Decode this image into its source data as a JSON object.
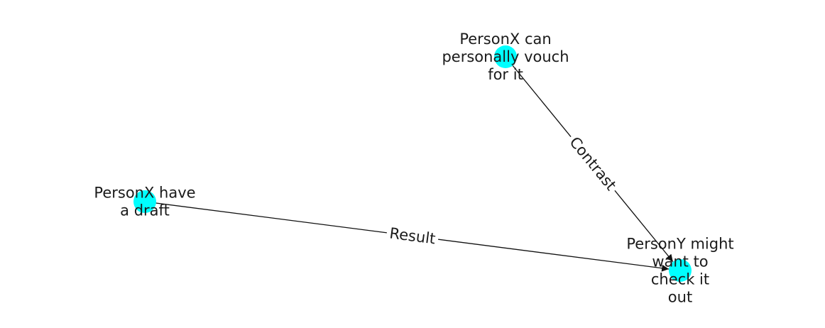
{
  "graph": {
    "node_color": "#00ffff",
    "edge_color": "#111111",
    "nodes": [
      {
        "id": "n1",
        "label_lines": [
          "PersonX can",
          "personally vouch",
          "for it"
        ]
      },
      {
        "id": "n2",
        "label_lines": [
          "PersonX have",
          "a draft"
        ]
      },
      {
        "id": "n3",
        "label_lines": [
          "PersonY might",
          "want to",
          "check it",
          "out"
        ]
      }
    ],
    "edges": [
      {
        "source": "n1",
        "target": "n3",
        "label": "Contrast"
      },
      {
        "source": "n2",
        "target": "n3",
        "label": "Result"
      }
    ]
  }
}
